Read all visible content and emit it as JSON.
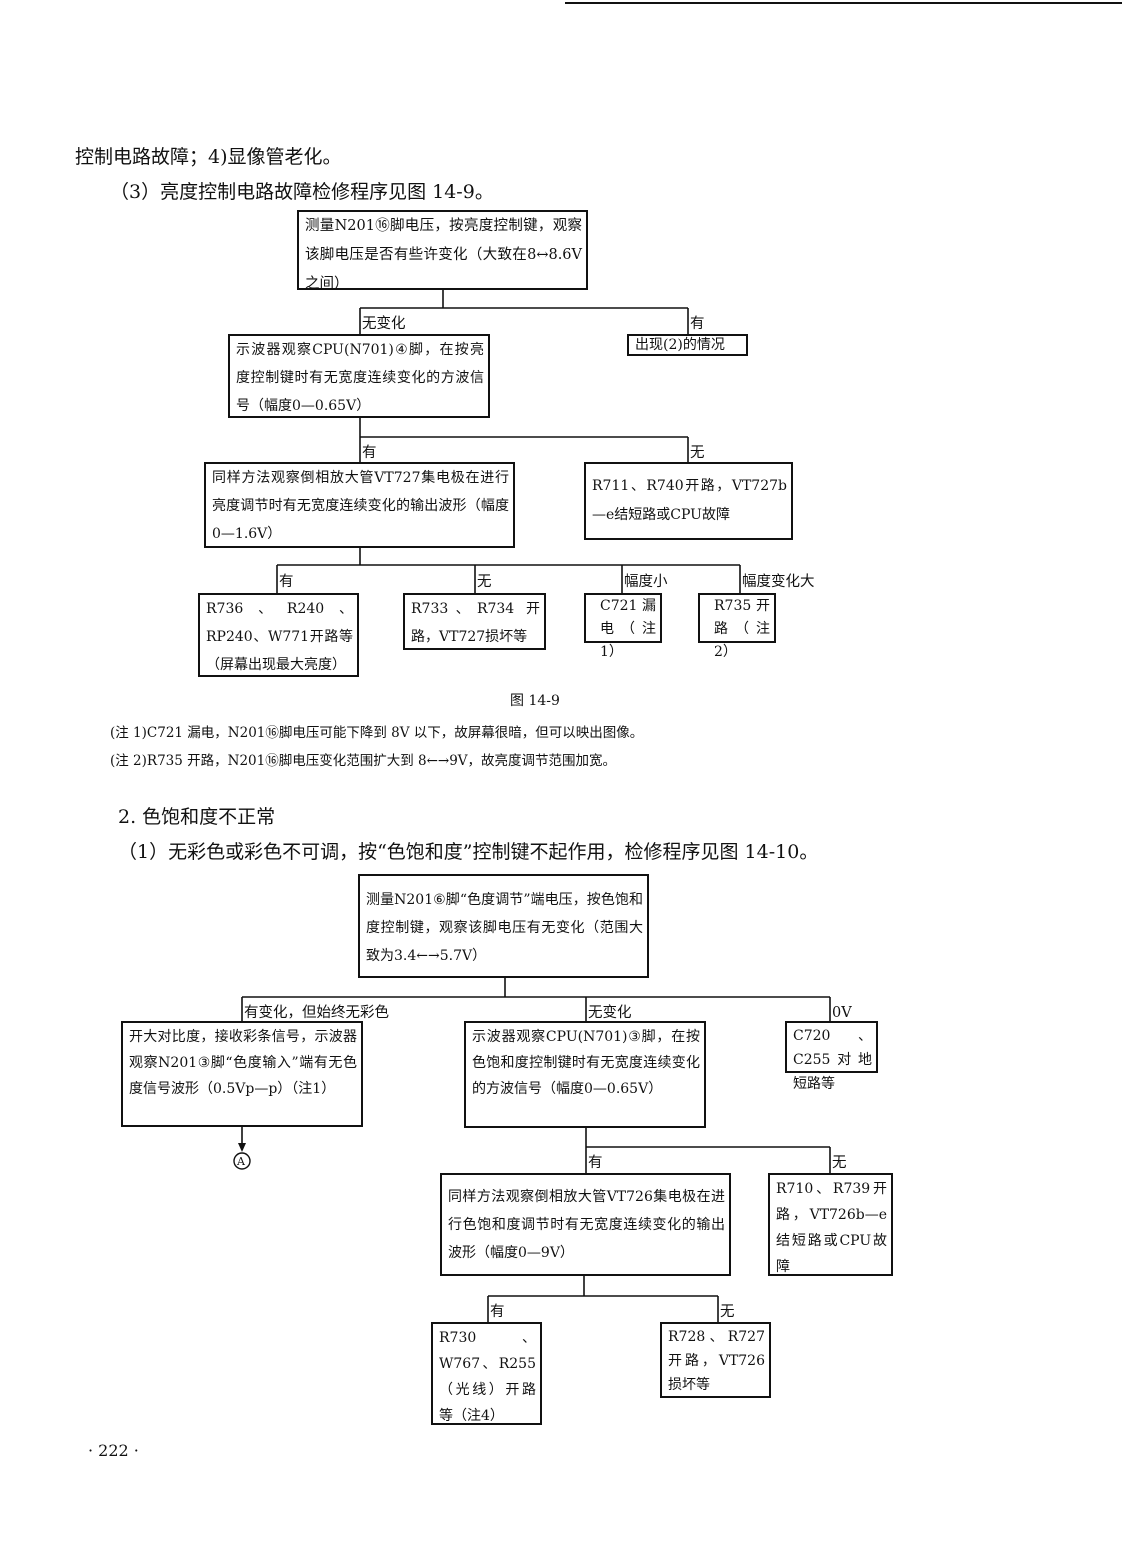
{
  "intro": {
    "line1": "控制电路故障；4)显像管老化。",
    "line2": "（3）亮度控制电路故障检修程序见图 14-9。"
  },
  "fig9": {
    "root": "测量N201⑯脚电压，按亮度控制键，观察该脚电压是否有些许变化（大致在8↔8.6V之间）",
    "label_no_change": "无变化",
    "label_yes_1": "有",
    "box_situation2": "出现(2)的情况",
    "box_cpu": "示波器观察CPU(N701)④脚，在按亮度控制键时有无宽度连续变化的方波信号（幅度0—0.65V）",
    "label_yes_2": "有",
    "label_no_2": "无",
    "box_vt727": "同样方法观察倒相放大管VT727集电极在进行亮度调节时有无宽度连续变化的输出波形（幅度0—1.6V）",
    "box_r711": "R711、R740开路，VT727b—e结短路或CPU故障",
    "label_yes_3": "有",
    "label_no_3": "无",
    "label_amp_small": "幅度小",
    "label_amp_big": "幅度变化大",
    "box_r736": "R736、R240、RP240、W771开路等（屏幕出现最大亮度）",
    "box_r733": "R733、R734 开路，VT727损坏等",
    "box_c721": "C721漏电（注1）",
    "box_r735": "R735开路（注2）",
    "caption": "图 14-9",
    "note1": "(注 1)C721 漏电，N201⑯脚电压可能下降到 8V 以下，故屏幕很暗，但可以映出图像。",
    "note2": "(注 2)R735 开路，N201⑯脚电压变化范围扩大到 8←→9V，故亮度调节范围加宽。"
  },
  "section2": {
    "heading": "2. 色饱和度不正常",
    "line1": "（1）无彩色或彩色不可调，按“色饱和度”控制键不起作用，检修程序见图 14-10。"
  },
  "fig10": {
    "root": "测量N201⑥脚“色度调节”端电压，按色饱和度控制键，观察该脚电压有无变化（范围大致为3.4←→5.7V）",
    "label_change_no_color": "有变化，但始终无彩色",
    "label_no_change": "无变化",
    "label_0v": "0V",
    "box_contrast": "开大对比度，接收彩条信号，示波器观察N201③脚“色度输入”端有无色度信号波形（0.5Vp—p）（注1）",
    "box_cpu": "示波器观察CPU(N701)③脚，在按色饱和度控制键时有无宽度连续变化的方波信号（幅度0—0.65V）",
    "box_c720": "C720、C255对地短路等",
    "marker_a": "A",
    "label_yes": "有",
    "label_no": "无",
    "box_vt726": "同样方法观察倒相放大管VT726集电极在进行色饱和度调节时有无宽度连续变化的输出波形（幅度0—9V）",
    "box_r710": "R710、R739开路，VT726b—e结短路或CPU故障",
    "label_yes_2": "有",
    "label_no_2": "无",
    "box_r730": "R730、W767、R255（光线）开路等（注4）",
    "box_r728": "R728、R727开路，VT726损坏等"
  },
  "page_number": "· 222 ·"
}
